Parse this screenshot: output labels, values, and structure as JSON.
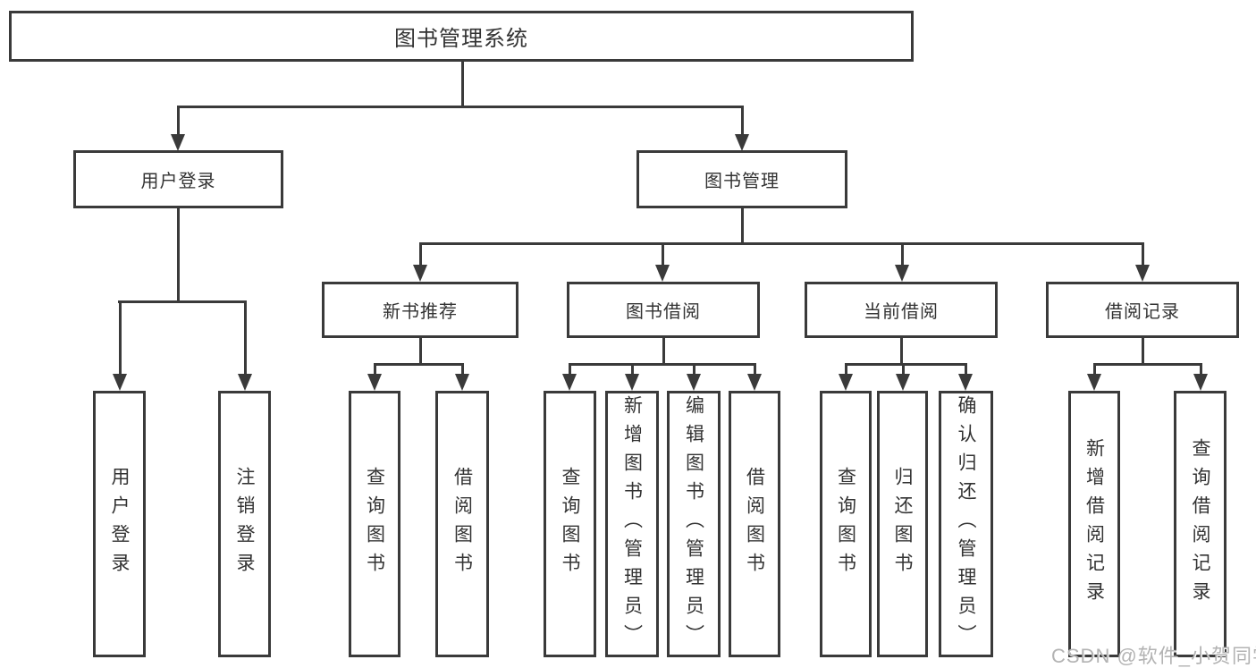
{
  "diagram": {
    "root": {
      "label": "图书管理系统"
    },
    "level2": [
      {
        "label": "用户登录"
      },
      {
        "label": "图书管理"
      }
    ],
    "level3": [
      {
        "label": "新书推荐"
      },
      {
        "label": "图书借阅"
      },
      {
        "label": "当前借阅"
      },
      {
        "label": "借阅记录"
      }
    ],
    "leaves": {
      "user_login": [
        "用户登录",
        "注销登录"
      ],
      "new_book_recommend": [
        "查询图书",
        "借阅图书"
      ],
      "book_borrow": [
        "查询图书",
        "新增图书（管理员）",
        "编辑图书（管理员）",
        "借阅图书"
      ],
      "current_borrow": [
        "查询图书",
        "归还图书",
        "确认归还（管理员）"
      ],
      "borrow_record": [
        "新增借阅记录",
        "查询借阅记录"
      ]
    }
  },
  "watermark": {
    "text": "CSDN @软件_小贺同学"
  },
  "colors": {
    "line": "#3a3a3a",
    "text": "#333333",
    "background": "#ffffff",
    "watermark": "#b3b3b3"
  }
}
